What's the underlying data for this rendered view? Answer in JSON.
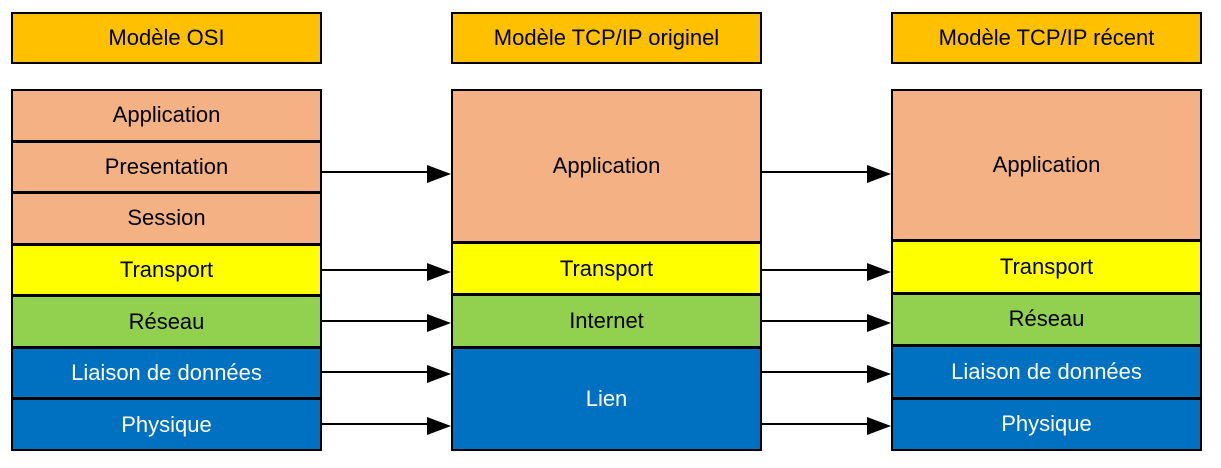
{
  "palette": {
    "header_bg": "#FFC000",
    "application_bg": "#F4B183",
    "transport_bg": "#FFFF00",
    "network_bg": "#92D050",
    "link_bg": "#0070C0",
    "border": "#000000",
    "text_dark": "#000000",
    "text_light": "#FFFFFF"
  },
  "columns": [
    {
      "id": "osi",
      "header": "Modèle OSI",
      "layers": [
        {
          "label": "Application",
          "rows": 1,
          "bg": "#F4B183",
          "fg": "#000000"
        },
        {
          "label": "Presentation",
          "rows": 1,
          "bg": "#F4B183",
          "fg": "#000000"
        },
        {
          "label": "Session",
          "rows": 1,
          "bg": "#F4B183",
          "fg": "#000000"
        },
        {
          "label": "Transport",
          "rows": 1,
          "bg": "#FFFF00",
          "fg": "#000000"
        },
        {
          "label": "Réseau",
          "rows": 1,
          "bg": "#92D050",
          "fg": "#000000"
        },
        {
          "label": "Liaison de données",
          "rows": 1,
          "bg": "#0070C0",
          "fg": "#FFFFFF"
        },
        {
          "label": "Physique",
          "rows": 1,
          "bg": "#0070C0",
          "fg": "#FFFFFF"
        }
      ]
    },
    {
      "id": "tcpip_originel",
      "header": "Modèle TCP/IP originel",
      "layers": [
        {
          "label": "Application",
          "rows": 3,
          "bg": "#F4B183",
          "fg": "#000000"
        },
        {
          "label": "Transport",
          "rows": 1,
          "bg": "#FFFF00",
          "fg": "#000000"
        },
        {
          "label": "Internet",
          "rows": 1,
          "bg": "#92D050",
          "fg": "#000000"
        },
        {
          "label": "Lien",
          "rows": 2,
          "bg": "#0070C0",
          "fg": "#FFFFFF"
        }
      ]
    },
    {
      "id": "tcpip_recent",
      "header": "Modèle TCP/IP récent",
      "layers": [
        {
          "label": "Application",
          "rows": 3,
          "bg": "#F4B183",
          "fg": "#000000"
        },
        {
          "label": "Transport",
          "rows": 1,
          "bg": "#FFFF00",
          "fg": "#000000"
        },
        {
          "label": "Réseau",
          "rows": 1,
          "bg": "#92D050",
          "fg": "#000000"
        },
        {
          "label": "Liaison de données",
          "rows": 1,
          "bg": "#0070C0",
          "fg": "#FFFFFF"
        },
        {
          "label": "Physique",
          "rows": 1,
          "bg": "#0070C0",
          "fg": "#FFFFFF"
        }
      ]
    }
  ],
  "arrows": {
    "osi_to_originel": [
      {
        "from": "Presentation",
        "to": "Application"
      },
      {
        "from": "Transport",
        "to": "Transport"
      },
      {
        "from": "Réseau",
        "to": "Internet"
      },
      {
        "from": "Liaison de données",
        "to": "Lien"
      },
      {
        "from": "Physique",
        "to": "Lien"
      }
    ],
    "originel_to_recent": [
      {
        "from": "Application",
        "to": "Application"
      },
      {
        "from": "Transport",
        "to": "Transport"
      },
      {
        "from": "Internet",
        "to": "Réseau"
      },
      {
        "from": "Lien",
        "to": "Liaison de données"
      },
      {
        "from": "Lien",
        "to": "Physique"
      }
    ]
  }
}
